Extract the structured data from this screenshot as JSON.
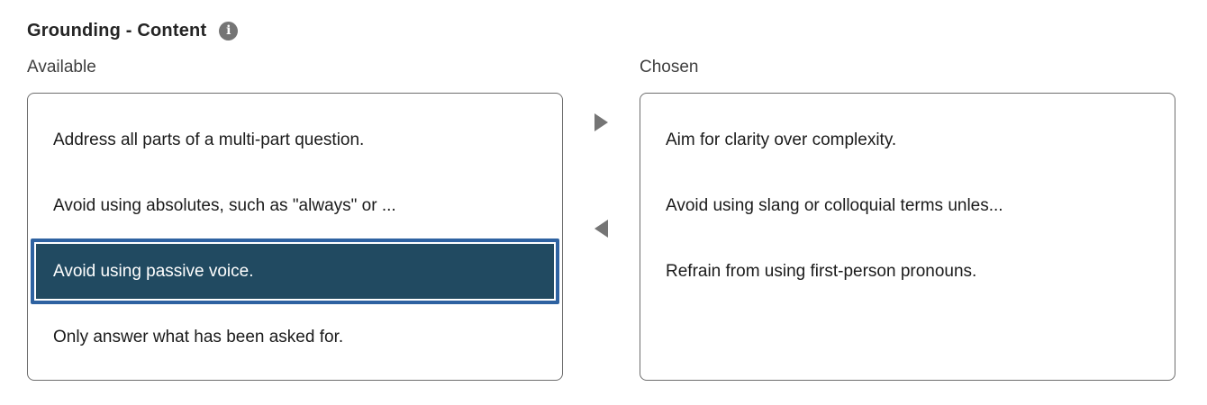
{
  "header": {
    "title": "Grounding - Content",
    "info_icon_glyph": "i"
  },
  "dual_list": {
    "available": {
      "label": "Available",
      "items": [
        {
          "text": "Address all parts of a multi-part question.",
          "selected": false
        },
        {
          "text": "Avoid using absolutes, such as \"always\" or ...",
          "selected": false
        },
        {
          "text": "Avoid using passive voice.",
          "selected": true
        },
        {
          "text": "Only answer what has been asked for.",
          "selected": false
        }
      ]
    },
    "chosen": {
      "label": "Chosen",
      "items": [
        {
          "text": "Aim for clarity over complexity.",
          "selected": false
        },
        {
          "text": "Avoid using slang or colloquial terms unles...",
          "selected": false
        },
        {
          "text": "Refrain from using first-person pronouns.",
          "selected": false
        }
      ]
    }
  },
  "colors": {
    "title-text": "#242424",
    "label-text": "#3f3f3f",
    "item-text": "#1b1b1b",
    "listbox-border": "#6e6e6e",
    "selected-bg": "#214a61",
    "selected-border": "#2e62a1",
    "selected-text": "#ffffff",
    "arrow": "#757575",
    "info-icon-bg": "#757575"
  }
}
